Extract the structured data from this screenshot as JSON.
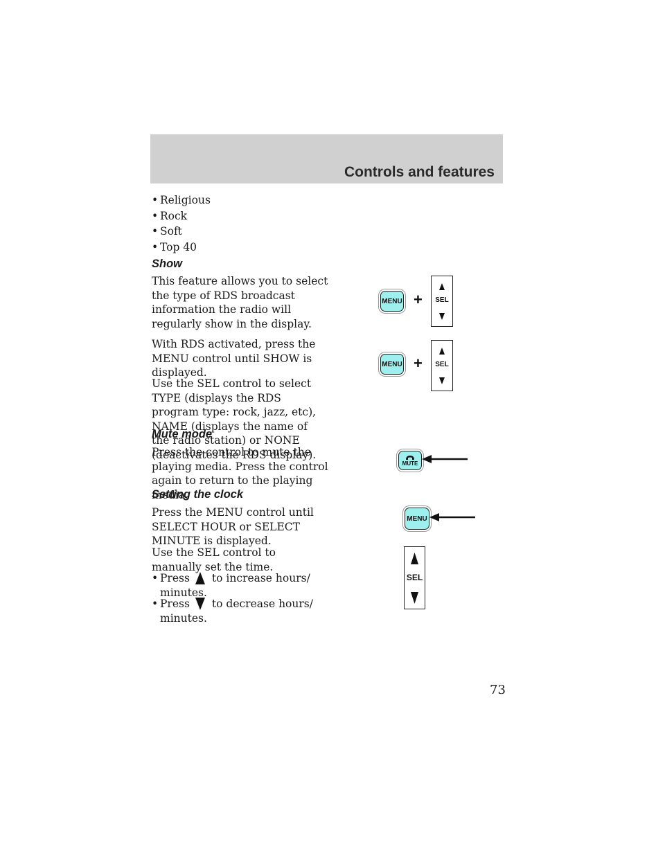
{
  "header": {
    "title": "Controls and features"
  },
  "list_top": [
    "Religious",
    "Rock",
    "Soft",
    "Top 40"
  ],
  "show": {
    "heading": "Show",
    "para1": "This feature allows you to select the type of RDS broadcast information the radio will regularly show in the display.",
    "para2": "With RDS activated, press the MENU control until SHOW is displayed.",
    "para3": "Use the SEL control to select TYPE (displays the RDS program type: rock, jazz, etc), NAME (displays the name of the radio station) or NONE (deactivates the RDS display)."
  },
  "mute": {
    "heading": "Mute mode",
    "para": "Press the control to mute the playing media. Press the control again to return to the playing media."
  },
  "clock": {
    "heading": "Setting the clock",
    "para1": "Press the MENU control until SELECT HOUR or SELECT MINUTE is displayed.",
    "para2": "Use the SEL control to manually set the time.",
    "bullet_press": "Press",
    "bullet1_rest": "to increase hours/",
    "bullet1_cont": "minutes.",
    "bullet2_rest": "to decrease hours/",
    "bullet2_cont": "minutes."
  },
  "icons": {
    "menu_label": "MENU",
    "sel_label": "SEL",
    "mute_label": "MUTE",
    "plus": "+",
    "menu_color": "#9ef0ee"
  },
  "page_number": "73"
}
